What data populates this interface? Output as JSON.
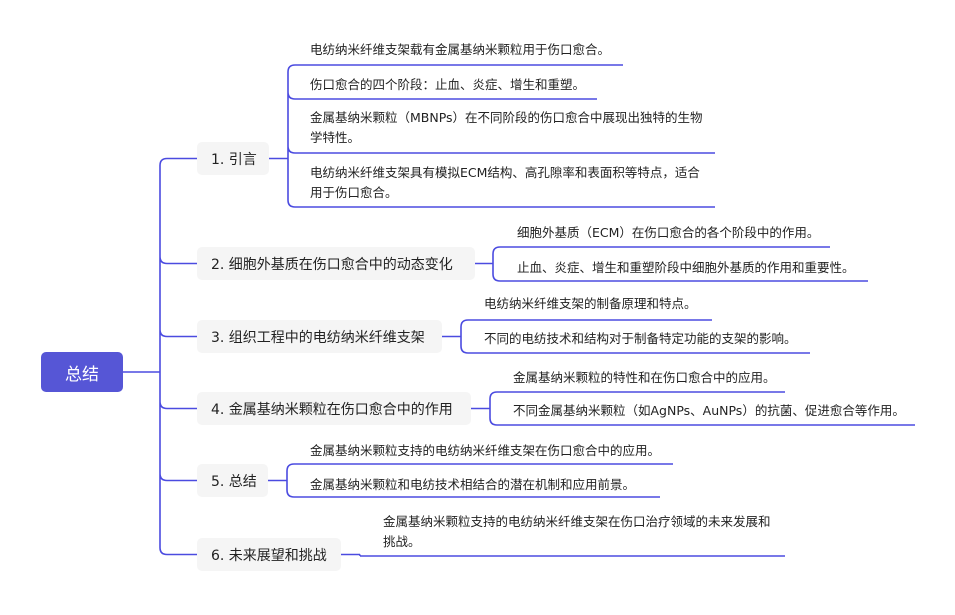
{
  "colors": {
    "line": "#4b4be0",
    "root_bg": "#5656d6",
    "topic_bg": "#f5f5f5"
  },
  "root": {
    "label": "总结"
  },
  "topics": [
    {
      "label": "1. 引言",
      "leaves": [
        [
          "电纺纳米纤维支架载有金属基纳米颗粒用于伤口愈合。"
        ],
        [
          "伤口愈合的四个阶段：止血、炎症、增生和重塑。"
        ],
        [
          "金属基纳米颗粒（MBNPs）在不同阶段的伤口愈合中展现出独特的生物",
          "学特性。"
        ],
        [
          "电纺纳米纤维支架具有模拟ECM结构、高孔隙率和表面积等特点，适合",
          "用于伤口愈合。"
        ]
      ]
    },
    {
      "label": "2. 细胞外基质在伤口愈合中的动态变化",
      "leaves": [
        [
          "细胞外基质（ECM）在伤口愈合的各个阶段中的作用。"
        ],
        [
          "止血、炎症、增生和重塑阶段中细胞外基质的作用和重要性。"
        ]
      ]
    },
    {
      "label": "3. 组织工程中的电纺纳米纤维支架",
      "leaves": [
        [
          "电纺纳米纤维支架的制备原理和特点。"
        ],
        [
          "不同的电纺技术和结构对于制备特定功能的支架的影响。"
        ]
      ]
    },
    {
      "label": "4. 金属基纳米颗粒在伤口愈合中的作用",
      "leaves": [
        [
          "金属基纳米颗粒的特性和在伤口愈合中的应用。"
        ],
        [
          "不同金属基纳米颗粒（如AgNPs、AuNPs）的抗菌、促进愈合等作用。"
        ]
      ]
    },
    {
      "label": "5. 总结",
      "leaves": [
        [
          "金属基纳米颗粒支持的电纺纳米纤维支架在伤口愈合中的应用。"
        ],
        [
          "金属基纳米颗粒和电纺技术相结合的潜在机制和应用前景。"
        ]
      ]
    },
    {
      "label": "6. 未来展望和挑战",
      "leaves": [
        [
          "金属基纳米颗粒支持的电纺纳米纤维支架在伤口治疗领域的未来发展和",
          "挑战。"
        ]
      ]
    }
  ]
}
